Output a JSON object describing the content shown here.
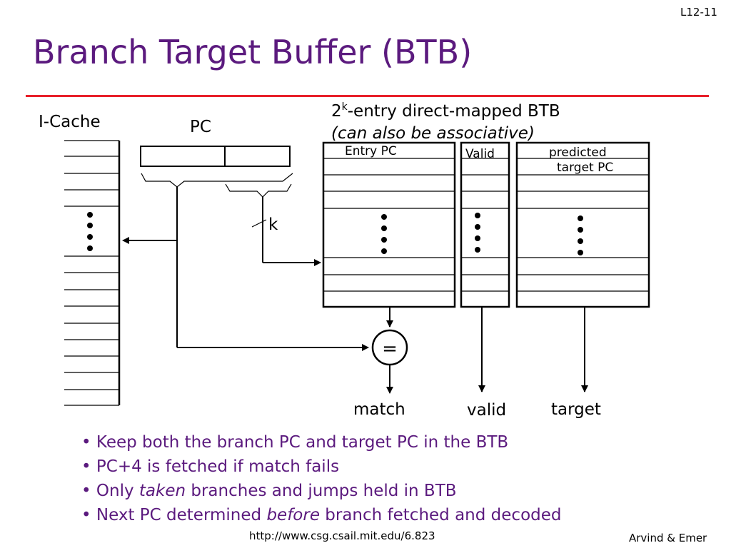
{
  "slide_number": "L12-11",
  "title": "Branch Target Buffer (BTB)",
  "diagram": {
    "icache_label": "I-Cache",
    "pc_label": "PC",
    "k_label": "k",
    "btb_heading_base": "2",
    "btb_heading_sup": "k",
    "btb_heading_rest": "-entry direct-mapped BTB",
    "btb_subheading": "(can also be associative)",
    "col_entry_pc": "Entry PC",
    "col_valid": "Valid",
    "col_predicted_line1": "predicted",
    "col_predicted_line2": "target PC",
    "comparator": "=",
    "out_match": "match",
    "out_valid": "valid",
    "out_target": "target"
  },
  "bullets": [
    {
      "parts": [
        {
          "text": "Keep both the branch PC and target PC in the BTB",
          "italic": false
        }
      ]
    },
    {
      "parts": [
        {
          "text": "PC+4 is fetched if match fails",
          "italic": false
        }
      ]
    },
    {
      "parts": [
        {
          "text": "Only ",
          "italic": false
        },
        {
          "text": "taken",
          "italic": true
        },
        {
          "text": " branches and jumps held in BTB",
          "italic": false
        }
      ]
    },
    {
      "parts": [
        {
          "text": "Next PC determined ",
          "italic": false
        },
        {
          "text": "before",
          "italic": true
        },
        {
          "text": " branch fetched and decoded",
          "italic": false
        }
      ]
    }
  ],
  "bullet_marker": "•",
  "footer": {
    "url": "http://www.csg.csail.mit.edu/6.823",
    "authors": "Arvind & Emer"
  },
  "colors": {
    "title": "#5b1a7e",
    "bullet_text": "#5b1a7e",
    "rule": "#e8202a"
  }
}
